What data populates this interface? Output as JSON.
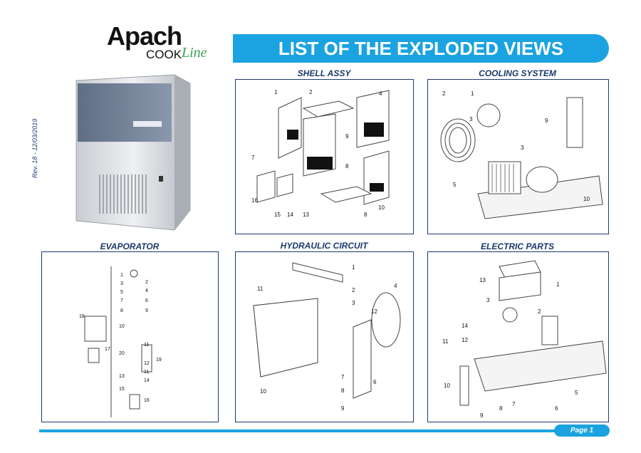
{
  "brand": {
    "name": "Apach",
    "sub1": "COOK",
    "sub2": "Line"
  },
  "revision": "Rev. 18 - 12/03/2019",
  "title": "LIST OF THE EXPLODED VIEWS",
  "sections": {
    "shell": {
      "title": "SHELL ASSY",
      "labels": [
        "1",
        "2",
        "4",
        "9",
        "7",
        "8",
        "16",
        "15",
        "14",
        "13",
        "8",
        "10"
      ]
    },
    "cooling": {
      "title": "COOLING SYSTEM",
      "labels": [
        "2",
        "1",
        "3",
        "9",
        "3",
        "5",
        "10"
      ]
    },
    "evaporator": {
      "title": "EVAPORATOR",
      "labels": [
        "1",
        "2",
        "3",
        "4",
        "5",
        "6",
        "7",
        "8",
        "9",
        "10",
        "11",
        "11",
        "12",
        "13",
        "14",
        "15",
        "16",
        "17",
        "18",
        "19",
        "20"
      ]
    },
    "hydraulic": {
      "title": "HYDRAULIC CIRCUIT",
      "labels": [
        "1",
        "2",
        "3",
        "4",
        "11",
        "12",
        "6",
        "10",
        "7",
        "8",
        "9"
      ]
    },
    "electric": {
      "title": "ELECTRIC PARTS",
      "labels": [
        "13",
        "1",
        "3",
        "2",
        "14",
        "12",
        "11",
        "10",
        "9",
        "8",
        "7",
        "6",
        "5"
      ]
    }
  },
  "page_label": "Page 1",
  "colors": {
    "accent": "#1aa3e0",
    "navy": "#1a3a6c"
  }
}
